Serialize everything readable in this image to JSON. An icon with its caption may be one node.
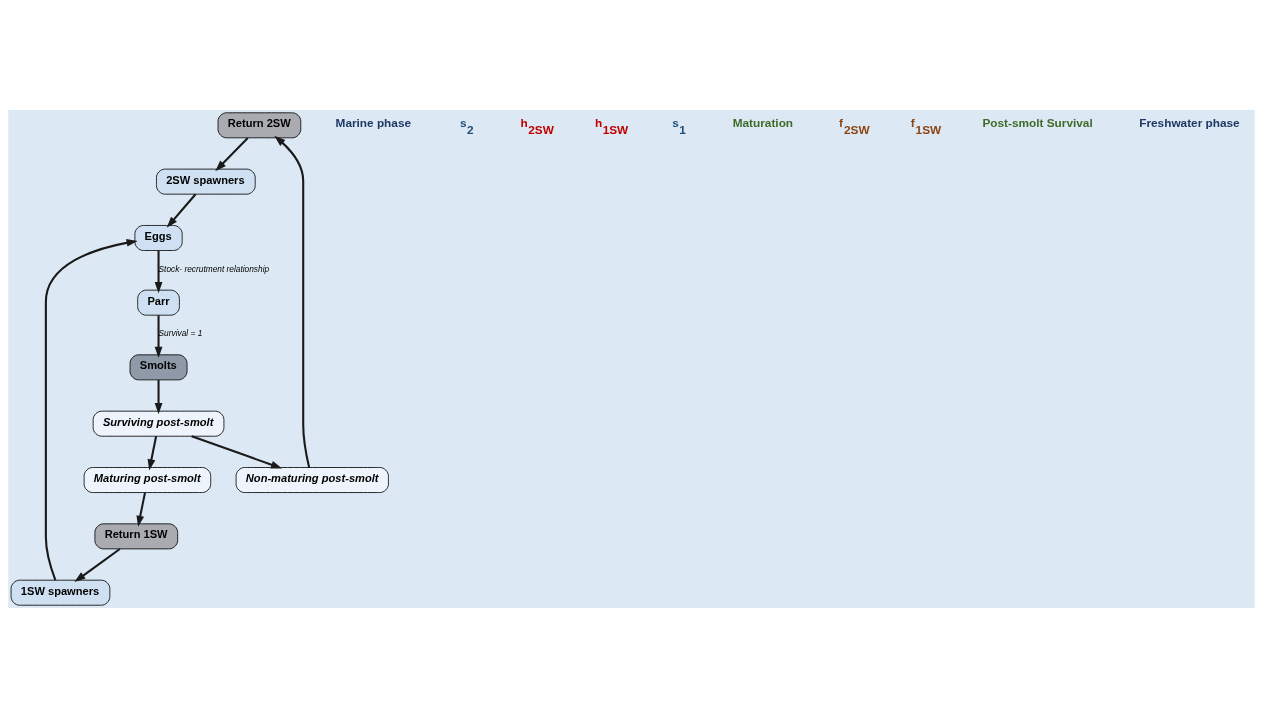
{
  "diagram": {
    "nodes": [
      {
        "text": [
          "Return 2SW"
        ]
      },
      {
        "text": [
          "Non-maturing post-smolt"
        ]
      },
      {
        "text": [
          "2SW spawners"
        ]
      },
      {
        "text": [
          "1SW spawners"
        ]
      },
      {
        "text": [
          "Return 1SW"
        ]
      },
      {
        "text": [
          "Maturing post-smolt"
        ]
      },
      {
        "text": [
          "Surviving post-smolt"
        ]
      },
      {
        "text": [
          "Eggs"
        ]
      },
      {
        "text": [
          "Parr"
        ]
      },
      {
        "text": [
          "Smolts"
        ]
      }
    ],
    "edges": [
      {
        "from": 1,
        "to": 0,
        "arrow": "to"
      },
      {
        "from": 0,
        "to": 2,
        "arrow": "to"
      },
      {
        "from": 5,
        "to": 4,
        "arrow": "to"
      },
      {
        "from": 4,
        "to": 3,
        "arrow": "to"
      },
      {
        "from": 6,
        "to": 5,
        "arrow": "to"
      },
      {
        "from": 6,
        "to": 1,
        "arrow": "to"
      },
      {
        "from": 2,
        "to": 7,
        "arrow": "to"
      },
      {
        "from": 3,
        "to": 7,
        "arrow": "to"
      },
      {
        "from": 7,
        "to": 8,
        "arrow": "to",
        "label": "Stock- recrutment relationship"
      },
      {
        "from": 8,
        "to": 9,
        "arrow": "to",
        "label": "Survival = 1"
      },
      {
        "from": 9,
        "to": 6,
        "arrow": "to"
      }
    ],
    "labels": [
      "Marine phase",
      "s$_{2}$",
      "h$_{2SW}$",
      "h$_{1SW}$",
      "s$_{1}$",
      "Maturation",
      "f$_{2SW}$",
      "f$_{1SW}$",
      "Post-smolt Survival",
      "Freshwater phase"
    ]
  }
}
